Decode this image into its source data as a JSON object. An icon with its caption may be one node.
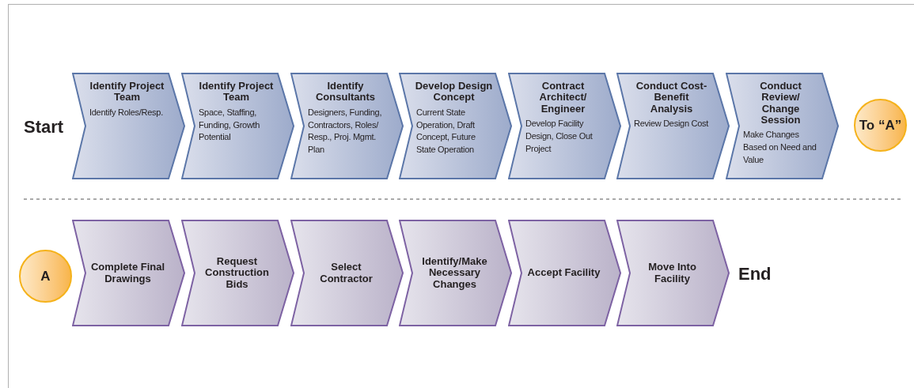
{
  "diagram": {
    "nodes": [
      {
        "text": [
          "Identify Project Team",
          "Identify Roles/Resp."
        ]
      },
      {
        "text": [
          "Identify Project Team",
          "Space, Staffing, Funding, Growth Potential"
        ]
      },
      {
        "text": [
          "Identify Consultants",
          "Designers, Funding, Contractors, Roles/ Resp., Proj. Mgmt. Plan"
        ]
      },
      {
        "text": [
          "Develop Design Concept",
          "Current State Operation, Draft Concept, Future State Operation"
        ]
      },
      {
        "text": [
          "Contract Architect/ Engineer",
          "Develop Facility Design, Close Out Project"
        ]
      },
      {
        "text": [
          "Conduct Cost-Benefit Analysis",
          "Review Design Cost"
        ]
      },
      {
        "text": [
          "Conduct Review/ Change Session",
          "Make Changes Based on Need and Value"
        ]
      },
      {
        "text": [
          "To “A”"
        ]
      },
      {
        "text": [
          "A"
        ]
      },
      {
        "text": [
          "Complete Final Drawings"
        ]
      },
      {
        "text": [
          "Request Construction Bids"
        ]
      },
      {
        "text": [
          "Select Contractor"
        ]
      },
      {
        "text": [
          "Identify/Make Necessary Changes"
        ]
      },
      {
        "text": [
          "Accept Facility"
        ]
      },
      {
        "text": [
          "Move Into Facility"
        ]
      }
    ],
    "labels": [
      "Start",
      "End"
    ]
  }
}
